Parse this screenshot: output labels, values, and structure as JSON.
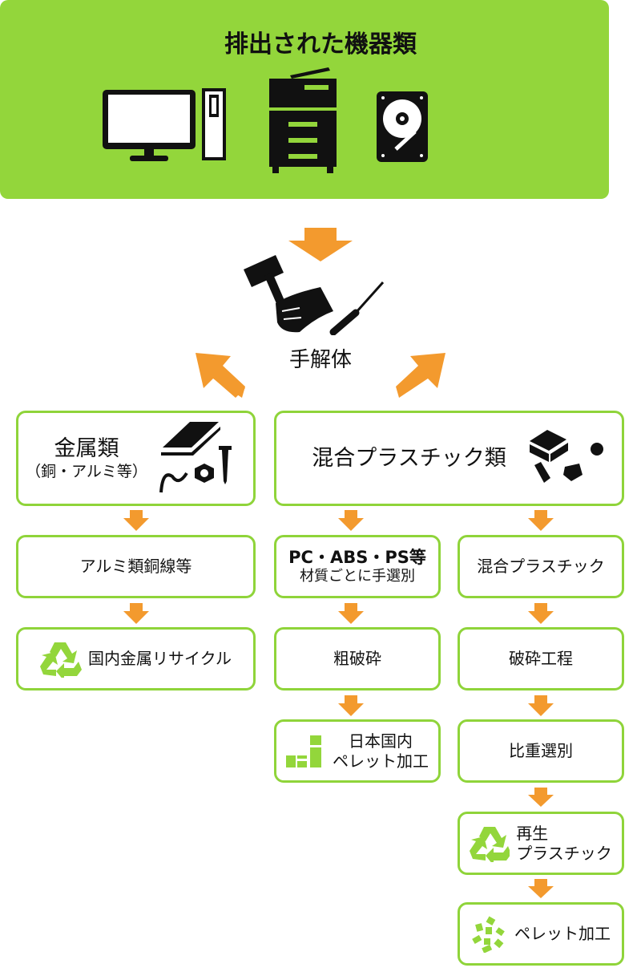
{
  "top": {
    "title": "排出された機器類",
    "icons": [
      "monitor-icon",
      "pc-tower-icon",
      "copier-icon",
      "hard-disk-icon"
    ]
  },
  "dismantle": {
    "label": "手解体",
    "icon": "hammer-hand-screwdriver-icon"
  },
  "metal": {
    "title": "金属類",
    "subtitle": "（銅・アルミ等）",
    "icon": "metal-parts-icon"
  },
  "plastic": {
    "title": "混合プラスチック類",
    "icon": "plastic-pieces-icon"
  },
  "col1": [
    "アルミ類銅線等",
    "国内金属リサイクル"
  ],
  "col2": {
    "sort_line1": "PC・ABS・PS等",
    "sort_line2": "材質ごとに手選別",
    "crush": "粗破砕",
    "pellet_line1": "日本国内",
    "pellet_line2": "ペレット加工"
  },
  "col3": {
    "mixed": "混合プラスチック",
    "crush": "破砕工程",
    "gravity": "比重選別",
    "recycled_line1": "再生",
    "recycled_line2": "プラスチック",
    "pellet": "ペレット加工"
  },
  "colors": {
    "green": "#93d63b",
    "border": "#8fd43a",
    "arrow": "#f39a2e"
  }
}
